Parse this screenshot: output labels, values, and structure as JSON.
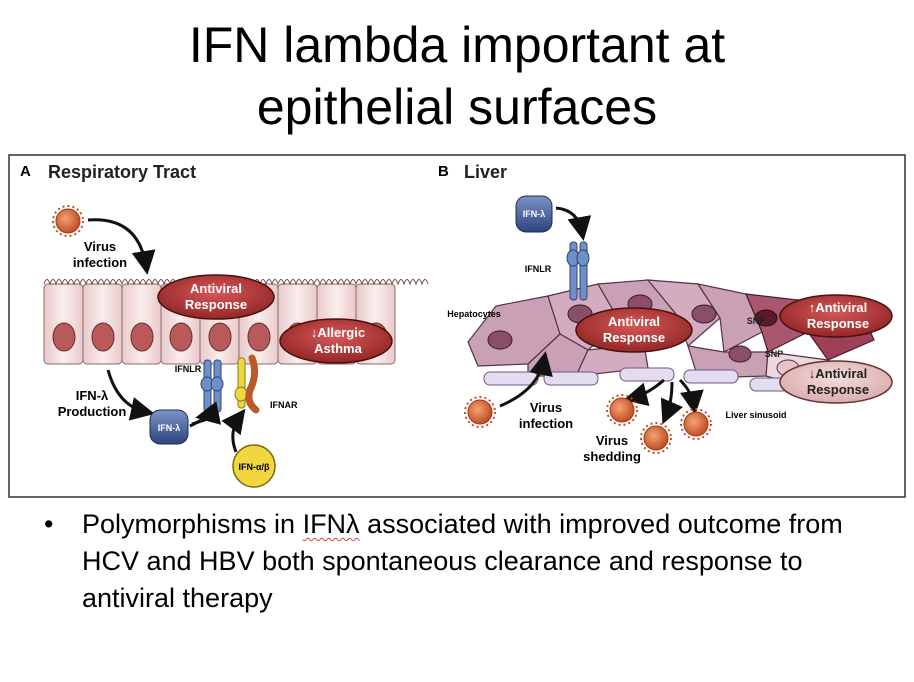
{
  "slide": {
    "title_line1": "IFN lambda important at",
    "title_line2": "epithelial surfaces"
  },
  "panel_a": {
    "letter": "A",
    "title": "Respiratory Tract",
    "virus_infection_1": "Virus",
    "virus_infection_2": "infection",
    "antiviral_1": "Antiviral",
    "antiviral_2": "Response",
    "allergic_1": "↓Allergic",
    "allergic_2": "Asthma",
    "ifnlr": "IFNLR",
    "ifnar": "IFNAR",
    "production_1": "IFN-λ",
    "production_2": "Production",
    "ifn_lambda": "IFN-λ",
    "ifn_ab": "IFN-α/β"
  },
  "panel_b": {
    "letter": "B",
    "title": "Liver",
    "ifn_lambda": "IFN-λ",
    "ifnlr": "IFNLR",
    "hepatocytes": "Hepatocytes",
    "antiviral_1": "Antiviral",
    "antiviral_2": "Response",
    "snp_top": "SNP",
    "up_antiviral_1": "↑Antiviral",
    "up_antiviral_2": "Response",
    "snp_bottom": "SNP",
    "down_antiviral_1": "↓Antiviral",
    "down_antiviral_2": "Response",
    "liver_sinusoid": "Liver sinusoid",
    "virus_infection_1": "Virus",
    "virus_infection_2": "infection",
    "virus_shedding_1": "Virus",
    "virus_shedding_2": "shedding"
  },
  "bullet": {
    "pre": "Polymorphisms in ",
    "term": "IFNλ",
    "post": " associated with improved outcome from HCV and HBV both spontaneous clearance and response to antiviral therapy"
  },
  "colors": {
    "virus": "#d9663a",
    "cell_fill": "#f2dede",
    "nucleus": "#b85a5a",
    "response_red": "#b23a3a",
    "ifn_blue": "#3f5b9a",
    "ifn_yellow": "#f2d640",
    "hepatocyte": "#c9a0b4",
    "hepatocyte_dark": "#8a4e6a"
  }
}
